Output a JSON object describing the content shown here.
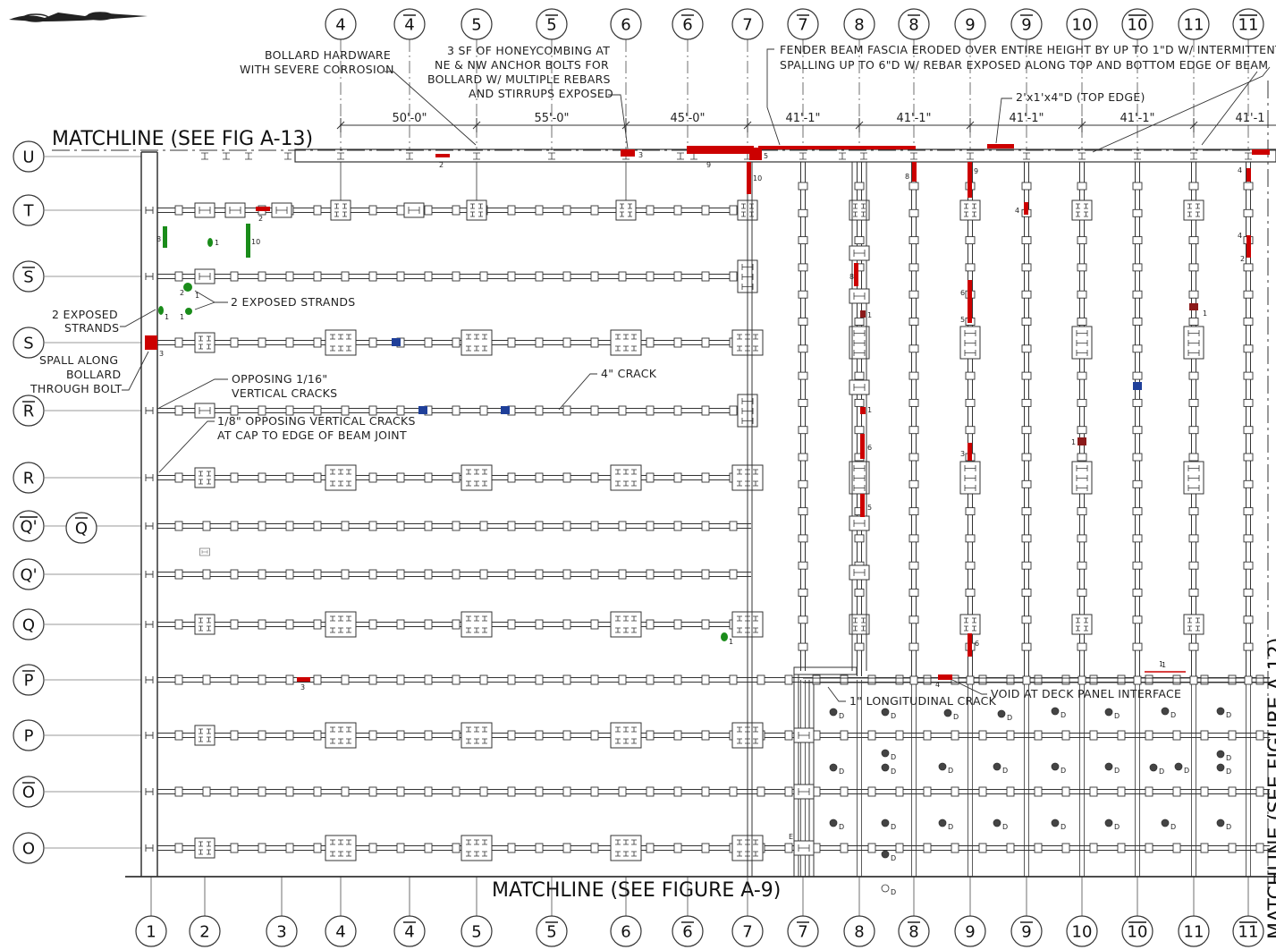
{
  "colors": {
    "line": "#333333",
    "spall": "#cc0000",
    "strand": "#1a8c1a",
    "patch": "#1f3f99",
    "dark_red": "#8b1a1a"
  },
  "north_arrow_icon": "north-arrow-icon",
  "matchlines": {
    "top": "MATCHLINE (SEE FIG A-13)",
    "bottom": "MATCHLINE (SEE FIGURE A-9)",
    "right": "MATCHLINE (SEE FIGURE A-12)"
  },
  "top_grid": [
    {
      "label": "4",
      "bar": false
    },
    {
      "label": "4",
      "bar": true
    },
    {
      "label": "5",
      "bar": false
    },
    {
      "label": "5",
      "bar": true
    },
    {
      "label": "6",
      "bar": false
    },
    {
      "label": "6",
      "bar": true
    },
    {
      "label": "7",
      "bar": false
    },
    {
      "label": "7",
      "bar": true
    },
    {
      "label": "8",
      "bar": false
    },
    {
      "label": "8",
      "bar": true
    },
    {
      "label": "9",
      "bar": false
    },
    {
      "label": "9",
      "bar": true
    },
    {
      "label": "10",
      "bar": false
    },
    {
      "label": "10",
      "bar": true
    },
    {
      "label": "11",
      "bar": false
    },
    {
      "label": "11",
      "bar": true
    }
  ],
  "bottom_grid": [
    {
      "label": "1",
      "bar": false
    },
    {
      "label": "2",
      "bar": false
    },
    {
      "label": "3",
      "bar": false
    },
    {
      "label": "4",
      "bar": false
    },
    {
      "label": "4",
      "bar": true
    },
    {
      "label": "5",
      "bar": false
    },
    {
      "label": "5",
      "bar": true
    },
    {
      "label": "6",
      "bar": false
    },
    {
      "label": "6",
      "bar": true
    },
    {
      "label": "7",
      "bar": false
    },
    {
      "label": "7",
      "bar": true
    },
    {
      "label": "8",
      "bar": false
    },
    {
      "label": "8",
      "bar": true
    },
    {
      "label": "9",
      "bar": false
    },
    {
      "label": "9",
      "bar": true
    },
    {
      "label": "10",
      "bar": false
    },
    {
      "label": "10",
      "bar": true
    },
    {
      "label": "11",
      "bar": false
    },
    {
      "label": "11",
      "bar": true
    }
  ],
  "rows": [
    {
      "label": "U",
      "bar": false
    },
    {
      "label": "T",
      "bar": false
    },
    {
      "label": "S",
      "bar": true
    },
    {
      "label": "S",
      "bar": false
    },
    {
      "label": "R",
      "bar": true
    },
    {
      "label": "R",
      "bar": false
    },
    {
      "label": "Q'",
      "bar": true
    },
    {
      "label": "Q'",
      "bar": false
    },
    {
      "label": "Q",
      "bar": false
    },
    {
      "label": "P",
      "bar": true
    },
    {
      "label": "P",
      "bar": false
    },
    {
      "label": "O",
      "bar": true
    },
    {
      "label": "O",
      "bar": false
    }
  ],
  "extra_bubble": {
    "label": "Q",
    "bar": true
  },
  "dimensions": [
    "50'-0\"",
    "55'-0\"",
    "45'-0\"",
    "41'-1\"",
    "41'-1\"",
    "41'-1\"",
    "41'-1\"",
    "41'-1"
  ],
  "notes": {
    "bollard_hw": [
      "BOLLARD HARDWARE",
      "WITH SEVERE CORROSION"
    ],
    "honeycomb": [
      "3 SF OF HONEYCOMBING AT",
      "NE & NW ANCHOR BOLTS FOR",
      "BOLLARD W/ MULTIPLE REBARS",
      "AND STIRRUPS EXPOSED"
    ],
    "fender": [
      "FENDER BEAM FASCIA ERODED OVER ENTIRE HEIGHT BY UP TO 1\"D W/ INTERMITTENT",
      "SPALLING UP TO 6\"D W/ REBAR EXPOSED ALONG TOP AND BOTTOM EDGE OF BEAM"
    ],
    "top_edge": "2'x1'x4\"D (TOP EDGE)",
    "two_strands_center": "2 EXPOSED STRANDS",
    "two_strands_left": [
      "2 EXPOSED",
      "STRANDS"
    ],
    "spall_bollard": [
      "SPALL ALONG",
      "BOLLARD",
      "THROUGH BOLT"
    ],
    "opposing_116": [
      "OPPOSING 1/16\"",
      "VERTICAL CRACKS"
    ],
    "opposing_18": [
      "1/8\" OPPOSING VERTICAL CRACKS",
      "AT CAP TO EDGE OF BEAM JOINT"
    ],
    "crack4": "4\" CRACK",
    "long_crack": "1\" LONGITUDINAL CRACK",
    "void": "VOID AT DECK PANEL INTERFACE"
  },
  "defect_tags": [
    "2",
    "3",
    "9",
    "5",
    "10",
    "8",
    "9",
    "4",
    "4",
    "2",
    "4",
    "1",
    "8",
    "6",
    "1",
    "5",
    "1",
    "6",
    "3",
    "1",
    "5",
    "6",
    "4",
    "1",
    "2",
    "3",
    "1",
    "1",
    "8",
    "10",
    "2",
    "1",
    "1",
    "3",
    "1",
    "1",
    "E"
  ],
  "void_tag": "D"
}
